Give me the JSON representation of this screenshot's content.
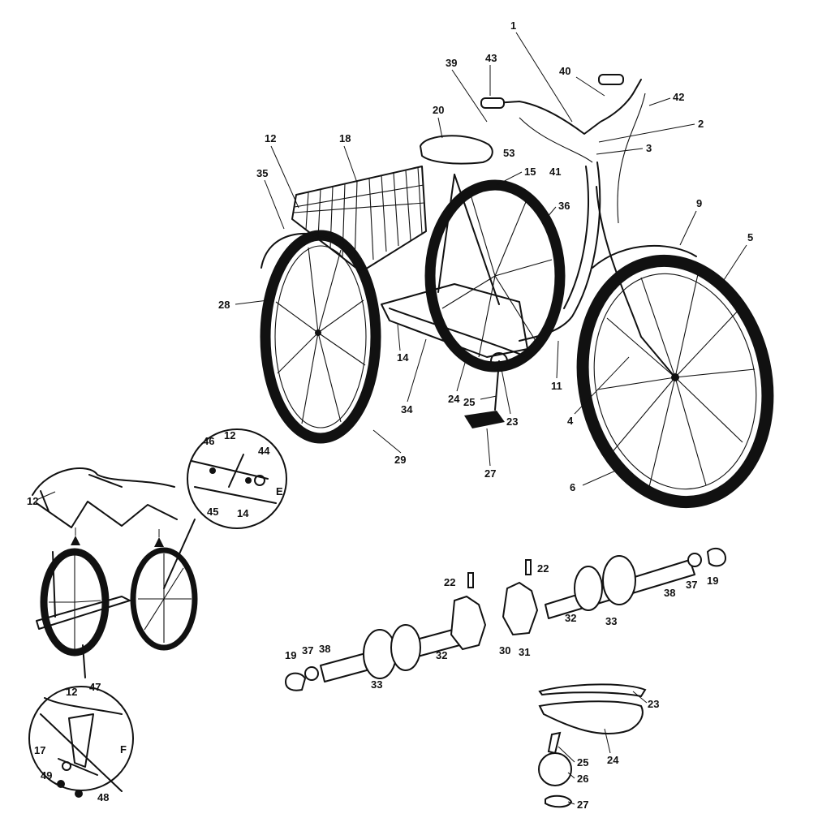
{
  "labels": {
    "main": {
      "p1": "1",
      "p2": "2",
      "p3": "3",
      "p4": "4",
      "p5": "5",
      "p6": "6",
      "p9": "9",
      "p11": "11",
      "p12": "12",
      "p14": "14",
      "p15": "15",
      "p18": "18",
      "p20": "20",
      "p23": "23",
      "p24": "24",
      "p25": "25",
      "p27": "27",
      "p28": "28",
      "p29": "29",
      "p34": "34",
      "p35": "35",
      "p36": "36",
      "p39": "39",
      "p40": "40",
      "p41": "41",
      "p42": "42",
      "p43": "43",
      "p53": "53"
    },
    "axle": {
      "p19a": "19",
      "p37a": "37",
      "p38a": "38",
      "p33a": "33",
      "p32a": "32",
      "p22a": "22",
      "p30": "30",
      "p31": "31",
      "p22b": "22",
      "p32b": "32",
      "p33b": "33",
      "p38b": "38",
      "p37b": "37",
      "p19b": "19"
    },
    "detail_e": {
      "p46": "46",
      "p12": "12",
      "p44": "44",
      "e": "E",
      "p45": "45",
      "p14": "14"
    },
    "detail_f": {
      "p12": "12",
      "p47": "47",
      "p17": "17",
      "f": "F",
      "p49": "49",
      "p48": "48"
    },
    "rear_assembly": {
      "p12": "12"
    },
    "chain_guard": {
      "p23": "23",
      "p24": "24",
      "p25": "25",
      "p26": "26",
      "p27": "27"
    }
  }
}
